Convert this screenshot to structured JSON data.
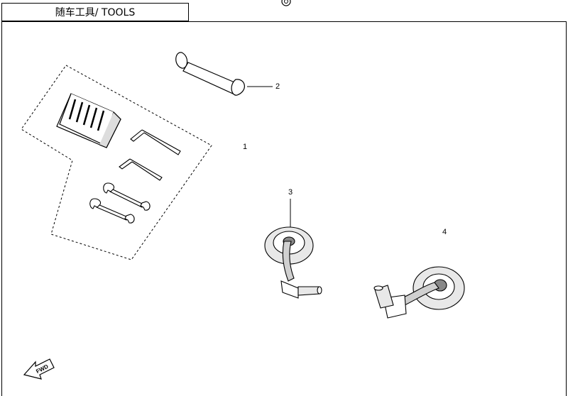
{
  "title": "随车工具/ TOOLS",
  "callouts": {
    "c1": "1",
    "c2": "2",
    "c3": "3",
    "c4": "4"
  },
  "fwd_label": "FWD"
}
